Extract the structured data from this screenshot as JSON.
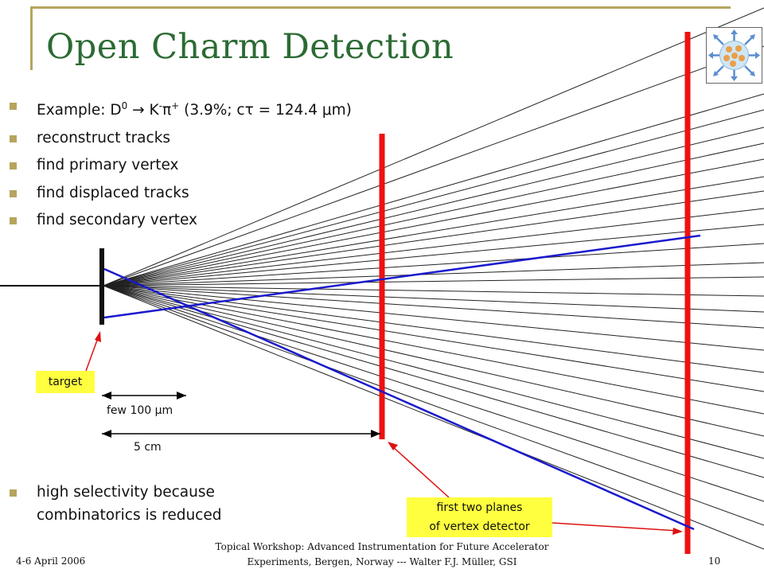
{
  "slide": {
    "title": "Open Charm Detection",
    "bullets_top": [
      {
        "parts": [
          {
            "t": "Example: D"
          },
          {
            "t": "0",
            "sup": true
          },
          {
            "t": " → K"
          },
          {
            "t": "-",
            "sup": true
          },
          {
            "t": "π"
          },
          {
            "t": "+",
            "sup": true
          },
          {
            "t": " (3.9%; cτ = 124.4 μm)"
          }
        ]
      },
      {
        "text": "reconstruct tracks"
      },
      {
        "text": "find primary vertex"
      },
      {
        "text": "find displaced tracks"
      },
      {
        "text": "find secondary vertex"
      }
    ],
    "bullets_bottom": [
      {
        "line1": "high selectivity because",
        "line2": "combinatorics is reduced"
      }
    ],
    "labels": {
      "target": "target",
      "planes_line1": "first two planes",
      "planes_line2": "of vertex detector",
      "dim_small": "few 100 µm",
      "dim_large": "5 cm"
    },
    "footer": {
      "date": "4-6 April 2006",
      "center_line1": "Topical Workshop: Advanced Instrumentation for Future Accelerator",
      "center_line2": "Experiments, Bergen, Norway --- Walter F.J. Müller, GSI",
      "page": "10"
    }
  },
  "colors": {
    "title": "#2c6b34",
    "accent_bar": "#b5a55e",
    "detector_plane": "#ee1111",
    "decay_track": "#1a1acc",
    "note_fill": "#ffff40",
    "arrow": "#dd1111"
  },
  "icons": [
    "detector-cross-section-icon"
  ]
}
